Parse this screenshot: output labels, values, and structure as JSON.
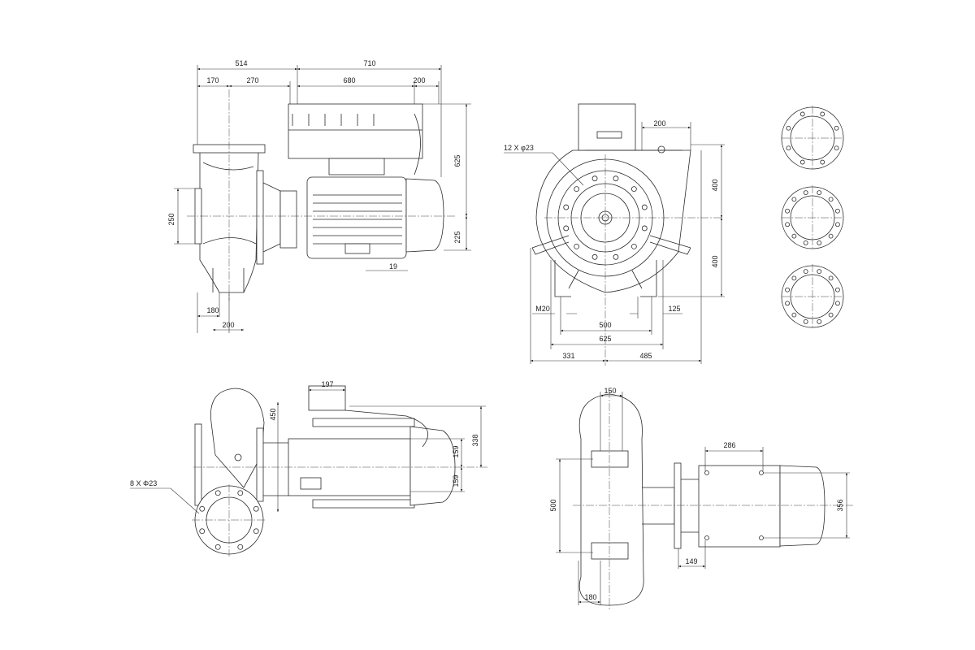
{
  "side_view": {
    "dims": {
      "overall_left": "514",
      "overall_right": "710",
      "d170": "170",
      "d270": "270",
      "d680": "680",
      "d200": "200",
      "h625": "625",
      "h250": "250",
      "h225": "225",
      "d19": "19",
      "d180": "180",
      "d200_bottom": "200"
    }
  },
  "front_view": {
    "dims": {
      "d200": "200",
      "holes": "12 X φ23",
      "h400_top": "400",
      "h400_bottom": "400",
      "m20": "M20",
      "d125": "125",
      "d500": "500",
      "d625": "625",
      "d331": "331",
      "d485": "485"
    }
  },
  "top_view": {
    "dims": {
      "d197": "197",
      "h450": "450",
      "h338": "338",
      "h159_top": "159",
      "h159_bottom": "159",
      "holes": "8 X Φ23"
    }
  },
  "plan_view": {
    "dims": {
      "d150": "150",
      "d286": "286",
      "h500": "500",
      "h356": "356",
      "d149": "149",
      "d180": "180"
    }
  }
}
